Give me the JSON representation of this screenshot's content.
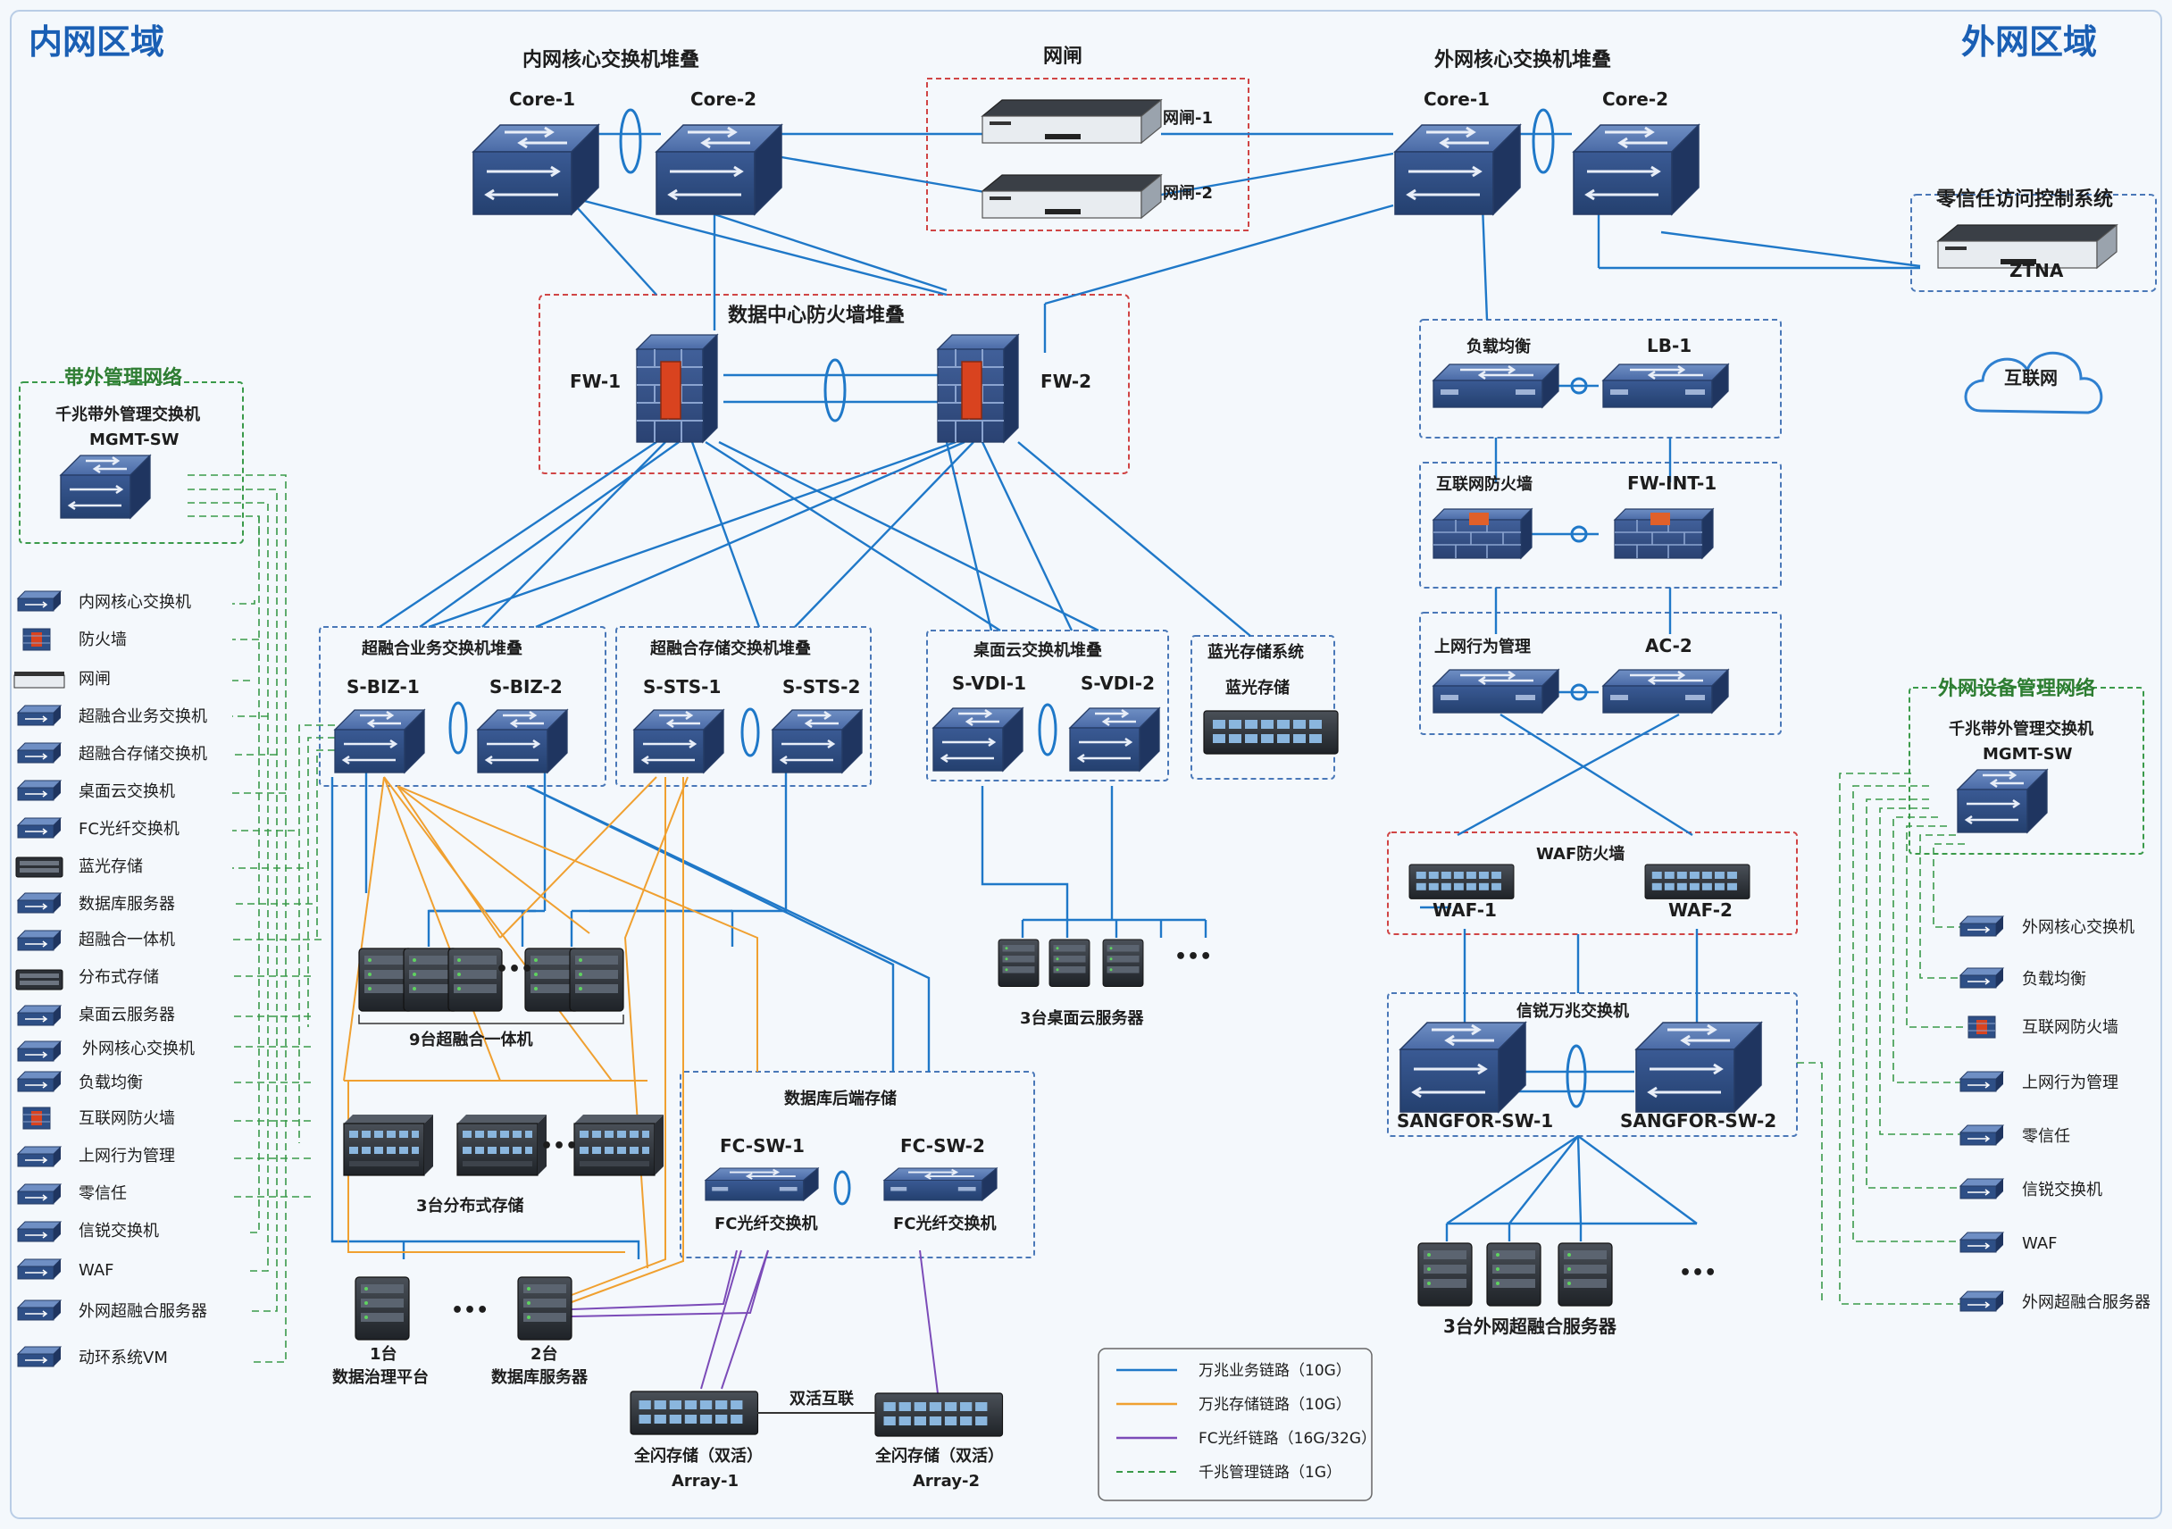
{
  "areas": {
    "inner": "内网区域",
    "outer": "外网区域"
  },
  "inner_core": {
    "title": "内网核心交换机堆叠",
    "core1": "Core-1",
    "core2": "Core-2"
  },
  "gateway": {
    "title": "网闸",
    "g1": "网闸-1",
    "g2": "网闸-2"
  },
  "outer_core": {
    "title": "外网核心交换机堆叠",
    "core1": "Core-1",
    "core2": "Core-2"
  },
  "ztna": {
    "title": "零信任访问控制系统",
    "device": "ZTNA"
  },
  "internet": "互联网",
  "dc_fw": {
    "title": "数据中心防火墙堆叠",
    "fw1": "FW-1",
    "fw2": "FW-2"
  },
  "oob": {
    "title": "带外管理网络",
    "switch_line1": "千兆带外管理交换机",
    "switch_line2": "MGMT-SW"
  },
  "oob_list": [
    "内网核心交换机",
    "防火墙",
    "网闸",
    "超融合业务交换机",
    "超融合存储交换机",
    "桌面云交换机",
    "FC光纤交换机",
    "蓝光存储",
    "数据库服务器",
    "超融合一体机",
    "分布式存储",
    "桌面云服务器",
    "外网核心交换机",
    "负载均衡",
    "互联网防火墙",
    "上网行为管理",
    "零信任",
    "信锐交换机",
    "WAF",
    "外网超融合服务器",
    "动环系统VM"
  ],
  "biz": {
    "title": "超融合业务交换机堆叠",
    "s1": "S-BIZ-1",
    "s2": "S-BIZ-2"
  },
  "sts": {
    "title": "超融合存储交换机堆叠",
    "s1": "S-STS-1",
    "s2": "S-STS-2"
  },
  "vdi": {
    "title": "桌面云交换机堆叠",
    "s1": "S-VDI-1",
    "s2": "S-VDI-2"
  },
  "bluray": {
    "title": "蓝光存储系统",
    "device": "蓝光存储"
  },
  "hci_label": "9台超融合一体机",
  "vdi_servers": "3台桌面云服务器",
  "dist_label": "3台分布式存储",
  "db_storage": {
    "title": "数据库后端存储",
    "fc1": "FC-SW-1",
    "fc2": "FC-SW-2",
    "fc1_desc": "FC光纤交换机",
    "fc2_desc": "FC光纤交换机"
  },
  "gov": {
    "count": "1台",
    "name": "数据治理平台"
  },
  "db": {
    "count": "2台",
    "name": "数据库服务器"
  },
  "arrays": {
    "link": "双活互联",
    "a1_name": "全闪存储（双活）",
    "a1_id": "Array-1",
    "a2_name": "全闪存储（双活）",
    "a2_id": "Array-2"
  },
  "legend": [
    "万兆业务链路（10G）",
    "万兆存储链路（10G）",
    "FC光纤链路（16G/32G）",
    "千兆管理链路（1G）"
  ],
  "lb": {
    "title": "负载均衡",
    "id": "LB-1"
  },
  "ifw": {
    "title": "互联网防火墙",
    "id": "FW-INT-1"
  },
  "ac": {
    "title": "上网行为管理",
    "id": "AC-2"
  },
  "waf": {
    "title": "WAF防火墙",
    "w1": "WAF-1",
    "w2": "WAF-2"
  },
  "sangfor": {
    "title": "信锐万兆交换机",
    "s1": "SANGFOR-SW-1",
    "s2": "SANGFOR-SW-2"
  },
  "outer_servers": "3台外网超融合服务器",
  "omgmt": {
    "title": "外网设备管理网络",
    "switch_line1": "千兆带外管理交换机",
    "switch_line2": "MGMT-SW"
  },
  "omgmt_list": [
    "外网核心交换机",
    "负载均衡",
    "互联网防火墙",
    "上网行为管理",
    "零信任",
    "信锐交换机",
    "WAF",
    "外网超融合服务器"
  ],
  "ellipsis": "•••",
  "colors": {
    "business": "#1f78c8",
    "storage": "#f0a030",
    "fc": "#7b4bb8",
    "mgmt": "#3a9a4a",
    "switch": "#2e4f86",
    "accent_blue": "#1a5fb4"
  }
}
